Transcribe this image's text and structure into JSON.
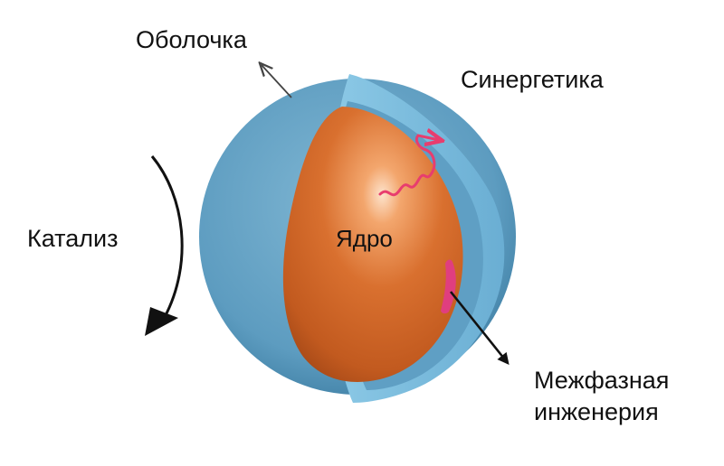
{
  "labels": {
    "shell": "Оболочка",
    "synergy": "Синергетика",
    "catalysis": "Катализ",
    "core": "Ядро",
    "interface_line1": "Межфазная",
    "interface_line2": "инженерия"
  },
  "colors": {
    "shell_outer": "#5d9cc0",
    "shell_cut": "#7dbedf",
    "shell_dark": "#3f7fa4",
    "core": "#d0672a",
    "core_highlight": "#fde3cc",
    "wave": "#e83d6e",
    "interface_mark": "#e03e7f",
    "arrow": "#111111"
  }
}
